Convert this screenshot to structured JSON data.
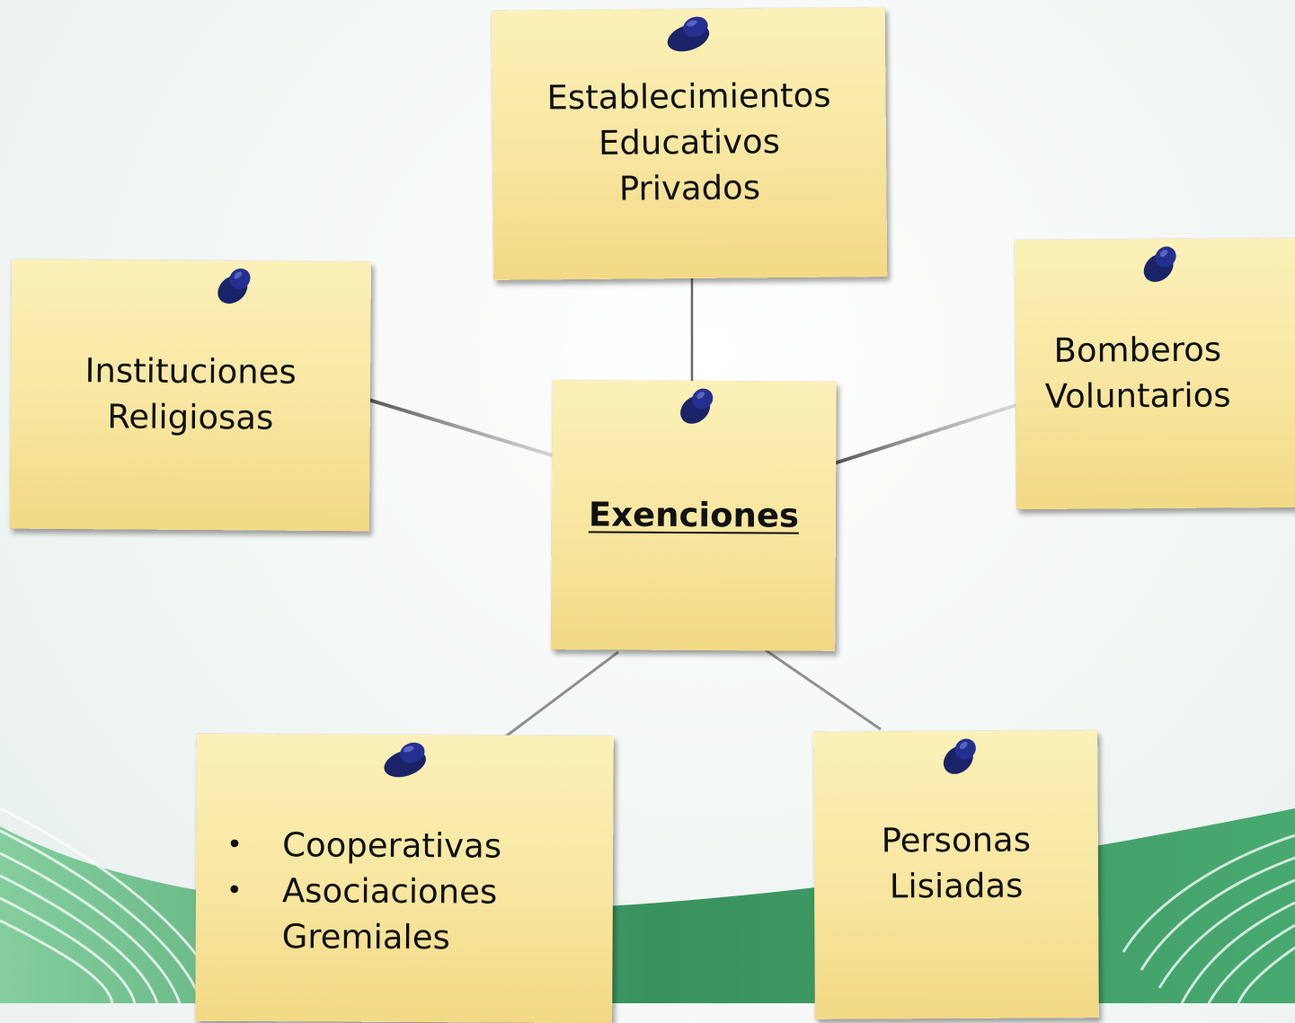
{
  "diagram": {
    "center": {
      "label": "Exenciones"
    },
    "nodes": {
      "top": {
        "lines": [
          "Establecimientos",
          "Educativos",
          "Privados"
        ]
      },
      "left": {
        "lines": [
          "Instituciones",
          "Religiosas"
        ]
      },
      "right": {
        "lines": [
          "Bomberos",
          "Voluntarios"
        ]
      },
      "bottom_left": {
        "bullets": [
          {
            "lines": [
              "Cooperativas"
            ]
          },
          {
            "lines": [
              "Asociaciones",
              "Gremiales"
            ]
          }
        ]
      },
      "bottom_right": {
        "lines": [
          "Personas",
          "Lisiadas"
        ]
      }
    }
  },
  "colors": {
    "note": "#f8e6a0",
    "pin": "#1f2a7a",
    "background_swoosh": "#3b9a63"
  }
}
